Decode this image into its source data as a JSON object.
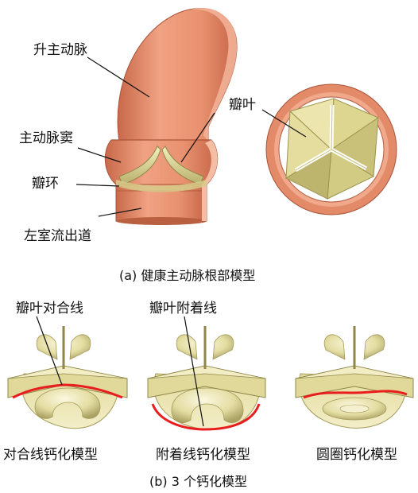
{
  "panel_a": {
    "caption": "(a) 健康主动脉根部模型",
    "labels": {
      "ascending_aorta": "升主动脉",
      "aortic_sinus": "主动脉窦",
      "annulus": "瓣环",
      "lvot": "左室流出道",
      "leaflet": "瓣叶"
    }
  },
  "panel_b": {
    "caption": "(b) 3 个钙化模型",
    "labels": {
      "coaptation_line": "瓣叶对合线",
      "attachment_line": "瓣叶附着线"
    },
    "models": [
      {
        "name": "对合线钙化模型"
      },
      {
        "name": "附着线钙化模型"
      },
      {
        "name": "圆圈钙化模型"
      }
    ]
  },
  "colors": {
    "tissue": "#e8916f",
    "tissue_dark": "#c8694a",
    "leaflet": "#e9e3a8",
    "leaflet_dark": "#b8b06c",
    "calcification": "#e81e1e"
  }
}
